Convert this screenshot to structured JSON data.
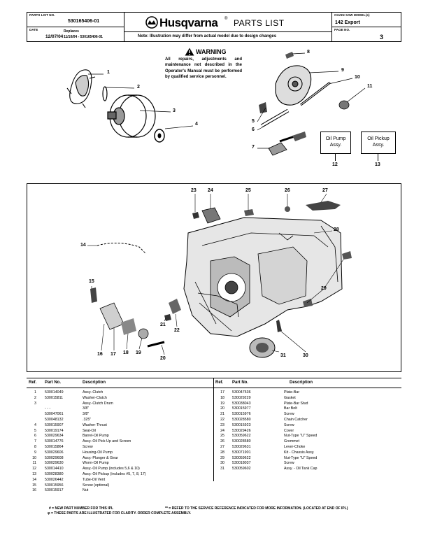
{
  "header": {
    "parts_list_no_label": "PARTS LIST NO.",
    "parts_list_no": "530165406-01",
    "date_label": "DATE",
    "date": "12/07/04",
    "replaces_label": "Replaces",
    "replaces": "11/10/04 - 530165406-01",
    "brand": "Husqvarna",
    "registered": "®",
    "title": "PARTS LIST",
    "model_label": "CHAIN SAW MODEL(s)",
    "model": "142 Export",
    "page_label": "PAGE NO.",
    "page": "3",
    "note": "Note: Illustration may differ from actual model due to design changes"
  },
  "warning": {
    "title": "WARNING",
    "text": "All repairs, adjustments and maintenance not described in the Operator's Manual must be performed by qualified service personnel."
  },
  "figure1": {
    "callouts": [
      "1",
      "2",
      "3",
      "4",
      "5",
      "6",
      "7",
      "8",
      "9",
      "10",
      "11",
      "12",
      "13"
    ],
    "kit_boxes": [
      {
        "line1": "Oil Pump",
        "line2": "Assy.",
        "ref": "12"
      },
      {
        "line1": "Oil Pickup",
        "line2": "Assy.",
        "ref": "13"
      }
    ]
  },
  "figure2": {
    "callouts": [
      "23",
      "24",
      "25",
      "26",
      "27",
      "28",
      "14",
      "15",
      "29",
      "21",
      "22",
      "16",
      "17",
      "18",
      "19",
      "20",
      "31",
      "30"
    ]
  },
  "table": {
    "headers": {
      "ref": "Ref.",
      "part_no": "Part No.",
      "description": "Description"
    },
    "left_rows": [
      {
        "ref": "1",
        "part": "530014049",
        "desc": "Assy.-Clutch"
      },
      {
        "ref": "2",
        "part": "530015811",
        "desc": "Washer-Clutch"
      },
      {
        "ref": "3",
        "part": "",
        "desc": "Assy.-Clutch Drum"
      },
      {
        "ref": "",
        "part": "- - -",
        "desc": "3/8\""
      },
      {
        "ref": "",
        "part": "530047061",
        "desc": "3/8\""
      },
      {
        "ref": "",
        "part": "530048132",
        "desc": ".325\""
      },
      {
        "ref": "4",
        "part": "530015907",
        "desc": "Washer-Thrust"
      },
      {
        "ref": "5",
        "part": "530019174",
        "desc": "Seal-Oil"
      },
      {
        "ref": "6",
        "part": "530029634",
        "desc": "Barrel-Oil Pump"
      },
      {
        "ref": "7",
        "part": "530014776",
        "desc": "Assy.-Oil Pick-Up and Screen"
      },
      {
        "ref": "8",
        "part": "530015864",
        "desc": "Screw"
      },
      {
        "ref": "9",
        "part": "530029606",
        "desc": "Housing-Oil Pump"
      },
      {
        "ref": "10",
        "part": "530029608",
        "desc": "Assy.-Plunger & Gear"
      },
      {
        "ref": "11",
        "part": "530029630",
        "desc": "Worm-Oil Pump"
      },
      {
        "ref": "12",
        "part": "530014410",
        "desc": "Assy.-Oil Pump (includes 5,6 & 10)"
      },
      {
        "ref": "13",
        "part": "530028380",
        "desc": "Assy.-Oil Pickup (includes #5, 7, 8, 17)"
      },
      {
        "ref": "14",
        "part": "530026442",
        "desc": "Tube-Oil Vent"
      },
      {
        "ref": "15",
        "part": "530015956",
        "desc": "Screw (optional)"
      },
      {
        "ref": "16",
        "part": "530015917",
        "desc": "Nut"
      }
    ],
    "right_rows": [
      {
        "ref": "17",
        "part": "530047536",
        "desc": "Plate-Bar"
      },
      {
        "ref": "18",
        "part": "530029229",
        "desc": "Gasket"
      },
      {
        "ref": "19",
        "part": "530038043",
        "desc": "Plate-Bar Stud"
      },
      {
        "ref": "20",
        "part": "530015977",
        "desc": "Bar Bolt"
      },
      {
        "ref": "21",
        "part": "530015976",
        "desc": "Screw"
      },
      {
        "ref": "22",
        "part": "530028580",
        "desc": "Chain Catcher"
      },
      {
        "ref": "23",
        "part": "530015923",
        "desc": "Screw"
      },
      {
        "ref": "24",
        "part": "530029426",
        "desc": "Cover"
      },
      {
        "ref": "25",
        "part": "530059622",
        "desc": "Nut-Type \"U\" Speed"
      },
      {
        "ref": "26",
        "part": "530028580",
        "desc": "Grommet"
      },
      {
        "ref": "27",
        "part": "530029631",
        "desc": "Lever-Choke"
      },
      {
        "ref": "28",
        "part": "530071901",
        "desc": "Kit - Chassis Assy."
      },
      {
        "ref": "29",
        "part": "530059622",
        "desc": "Nut-Type \"U\" Speed"
      },
      {
        "ref": "30",
        "part": "530018037",
        "desc": "Screw"
      },
      {
        "ref": "31",
        "part": "530059602",
        "desc": "Assy. - Oil Tank Cap"
      }
    ],
    "footnote1_left": "# = NEW PART NUMBER FOR THIS IPL",
    "footnote1_right": "** = REFER TO THE SERVICE REFERENCE INDICATED FOR MORE INFORMATION. (LOCATED AT END OF IPL)",
    "footnote2": "φ = THESE PARTS ARE ILLUSTRATED FOR CLARITY.  ORDER COMPLETE ASSEMBLY."
  }
}
